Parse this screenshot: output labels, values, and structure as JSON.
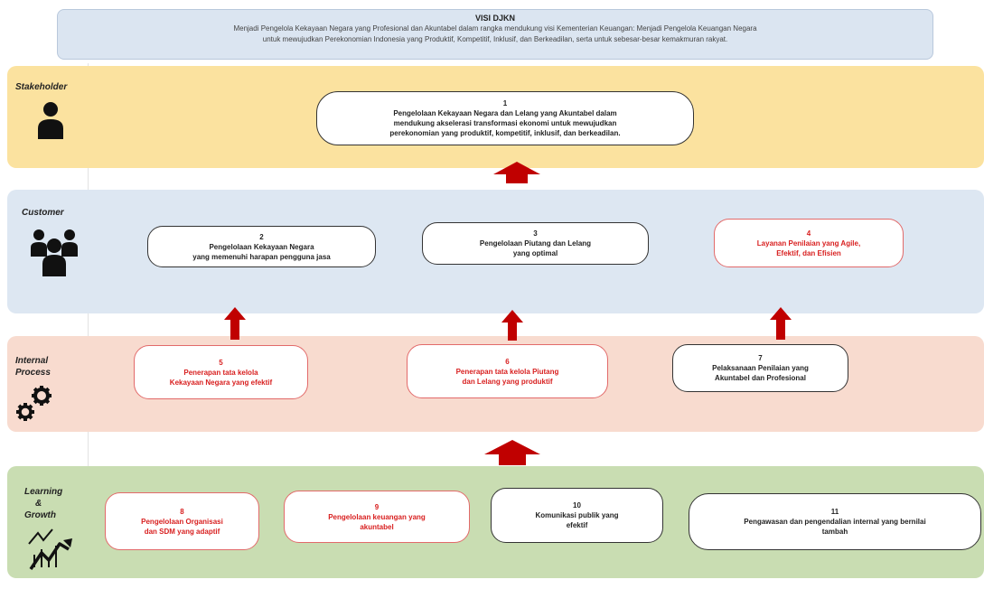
{
  "vision": {
    "title": "VISI DJKN",
    "text_line1": "Menjadi Pengelola Kekayaan Negara yang Profesional dan Akuntabel dalam rangka mendukung visi Kementerian Keuangan: Menjadi Pengelola Keuangan Negara",
    "text_line2": "untuk mewujudkan Perekonomian Indonesia yang Produktif, Kompetitif, Inklusif, dan Berkeadilan, serta untuk sebesar-besar kemakmuran rakyat."
  },
  "perspectives": {
    "stakeholder": {
      "label": "Stakeholder",
      "icon": "person-icon"
    },
    "customer": {
      "label": "Customer",
      "icon": "group-icon"
    },
    "internal": {
      "label_line1": "Internal",
      "label_line2": "Process",
      "icon": "gears-icon"
    },
    "learning": {
      "label_line1": "Learning",
      "label_line2": "&",
      "label_line3": "Growth",
      "icon": "growth-chart-icon"
    }
  },
  "objectives": [
    {
      "num": "1",
      "line1": "Pengelolaan Kekayaan Negara dan Lelang yang Akuntabel dalam",
      "line2": "mendukung akselerasi transformasi ekonomi untuk mewujudkan",
      "line3": "perekonomian yang produktif, kompetitif, inklusif, dan berkeadilan."
    },
    {
      "num": "2",
      "line1": "Pengelolaan Kekayaan Negara",
      "line2": "yang memenuhi harapan pengguna jasa"
    },
    {
      "num": "3",
      "line1": "Pengelolaan Piutang dan Lelang",
      "line2": "yang optimal"
    },
    {
      "num": "4",
      "line1": "Layanan Penilaian yang Agile,",
      "line2": "Efektif, dan Efisien"
    },
    {
      "num": "5",
      "line1": "Penerapan tata kelola",
      "line2": "Kekayaan Negara yang efektif"
    },
    {
      "num": "6",
      "line1": "Penerapan tata kelola Piutang",
      "line2": "dan Lelang yang produktif"
    },
    {
      "num": "7",
      "line1": "Pelaksanaan Penilaian yang",
      "line2": "Akuntabel dan Profesional"
    },
    {
      "num": "8",
      "line1": "Pengelolaan Organisasi",
      "line2": "dan SDM yang adaptif"
    },
    {
      "num": "9",
      "line1": "Pengelolaan keuangan yang",
      "line2": "akuntabel"
    },
    {
      "num": "10",
      "line1": "Komunikasi publik yang",
      "line2": "efektif"
    },
    {
      "num": "11",
      "line1": "Pengawasan dan pengendalian internal yang bernilai",
      "line2": "tambah"
    }
  ],
  "colors": {
    "stakeholder_band": "#fbe29f",
    "customer_band": "#dde7f2",
    "internal_band": "#f8dbcf",
    "learning_band": "#c9ddb2",
    "vision_box": "#dbe5f1",
    "arrow": "#c00000",
    "highlight_text": "#d81f1f"
  }
}
